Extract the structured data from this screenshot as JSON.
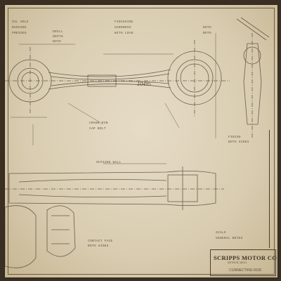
{
  "notes": {
    "top_left_1": "OIL HOLE",
    "top_left_2": "BUSHING",
    "top_left_3": "PRESSED",
    "top_mid_1": "DRILL",
    "top_mid_2": "DEPTH",
    "top_mid_3": "BOTH",
    "top_center_1": "FINISHING",
    "top_center_2": "HARDNESS",
    "top_center_3": "WITH LOAD",
    "top_right_1": "BOTH",
    "top_right_2": "BOTH",
    "part_number": "10495",
    "mid_note_1": "CRANK PIN",
    "mid_note_2": "CAP BOLT",
    "lower_note": "OUTSIDE WALL",
    "bottom_note_1": "CONTACT FACE",
    "bottom_note_2": "BOTH SIDES",
    "right_note_1": "FINISH",
    "right_note_2": "BOTH SIDES",
    "scale_note": "SCALE",
    "general_note": "GENERAL NOTES"
  },
  "title_block": {
    "company": "SCRIPPS MOTOR CO",
    "address": "DETROIT, MICH.",
    "part_title": "CONNECTING ROD"
  }
}
